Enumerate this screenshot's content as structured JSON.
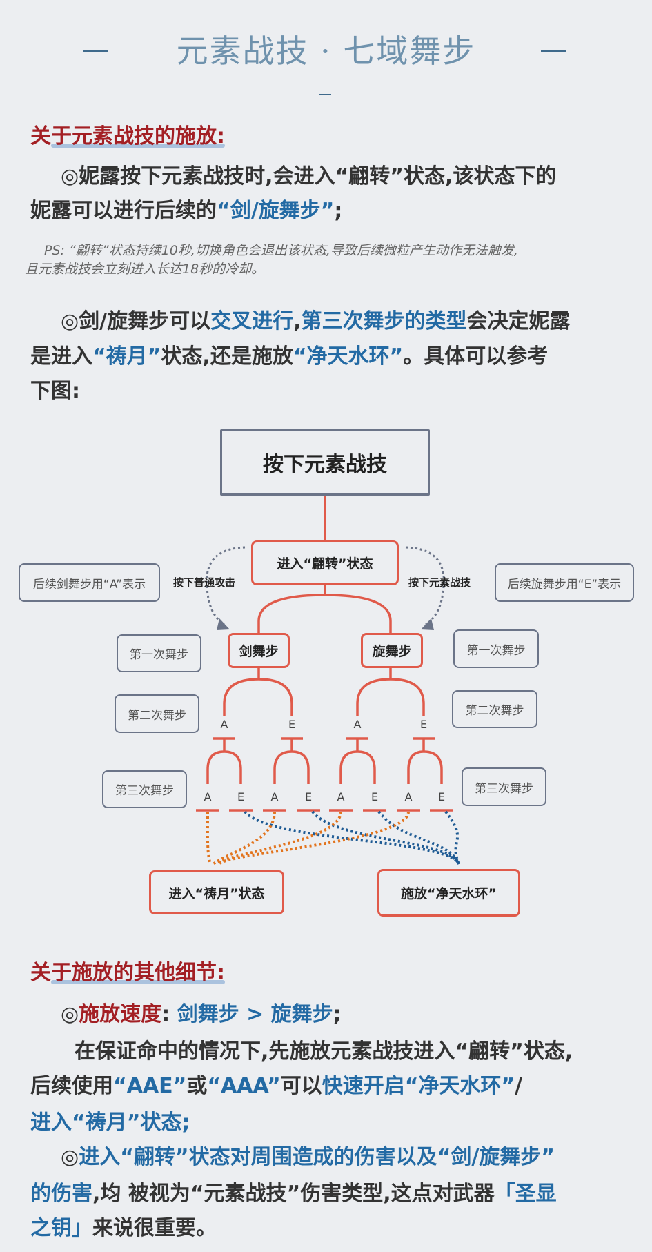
{
  "title": "元素战技 · 七域舞步",
  "section1": {
    "heading": "关于元素战技的施放:",
    "para1": [
      "◎妮露按下元素战技时,会进入",
      "“翩转”",
      "状态,该状态下的",
      "妮露可以进行后续的",
      "“剑/旋舞步”",
      ";"
    ],
    "ps": [
      "PS: “翩转”状态持续10秒,切换角色会退出该状态,导致后续微粒产生动作无法触发,",
      "且元素战技会立刻进入长达18秒的冷却。"
    ],
    "para2": [
      "◎剑/旋舞步可以",
      "交叉进行",
      ",",
      "第三次舞步的类型",
      "会决定妮露",
      "是进入",
      "“祷月”",
      "状态,还是施放",
      "“净天水环”",
      "。具体可以参考",
      "下图:"
    ]
  },
  "diagram": {
    "root": "按下元素战技",
    "flip": "进入“翩转”状态",
    "left_note": "后续剑舞步用“A”表示",
    "right_note": "后续旋舞步用“E”表示",
    "left_action": "按下普通攻击",
    "right_action": "按下元素战技",
    "sword": "剑舞步",
    "whirl": "旋舞步",
    "step1": "第一次舞步",
    "step2": "第二次舞步",
    "step3": "第三次舞步",
    "second_letters": [
      "A",
      "E",
      "A",
      "E"
    ],
    "third_letters": [
      "A",
      "E",
      "A",
      "E",
      "A",
      "E",
      "A",
      "E"
    ],
    "moon": "进入“祷月”状态",
    "ring": "施放“净天水环”",
    "colors": {
      "red": "#e05a4a",
      "orange": "#e2741e",
      "blue": "#1f5b94",
      "gray": "#6b7488"
    }
  },
  "section2": {
    "heading": "关于施放的其他细节:",
    "speed": [
      "◎",
      "施放速度",
      ":",
      "剑舞步 > 旋舞步",
      ";"
    ],
    "line1": "在保证命中的情况下,先施放元素战技进入“翩转”状态,",
    "line2": [
      "后续使用",
      "“AAE”",
      "或",
      "“AAA”",
      "可以",
      "快速开启“净天水环”",
      "/"
    ],
    "line3": "进入“祷月”状态;",
    "line4": [
      "◎",
      "进入“翩转”状态对周围造成的伤害以及“剑/旋舞步”"
    ],
    "line5": [
      "的伤害",
      ",均 被视为“元素战技”伤害类型,这点对武器",
      "「圣显"
    ],
    "line6": [
      "之钥」",
      "来说很重要。"
    ]
  }
}
